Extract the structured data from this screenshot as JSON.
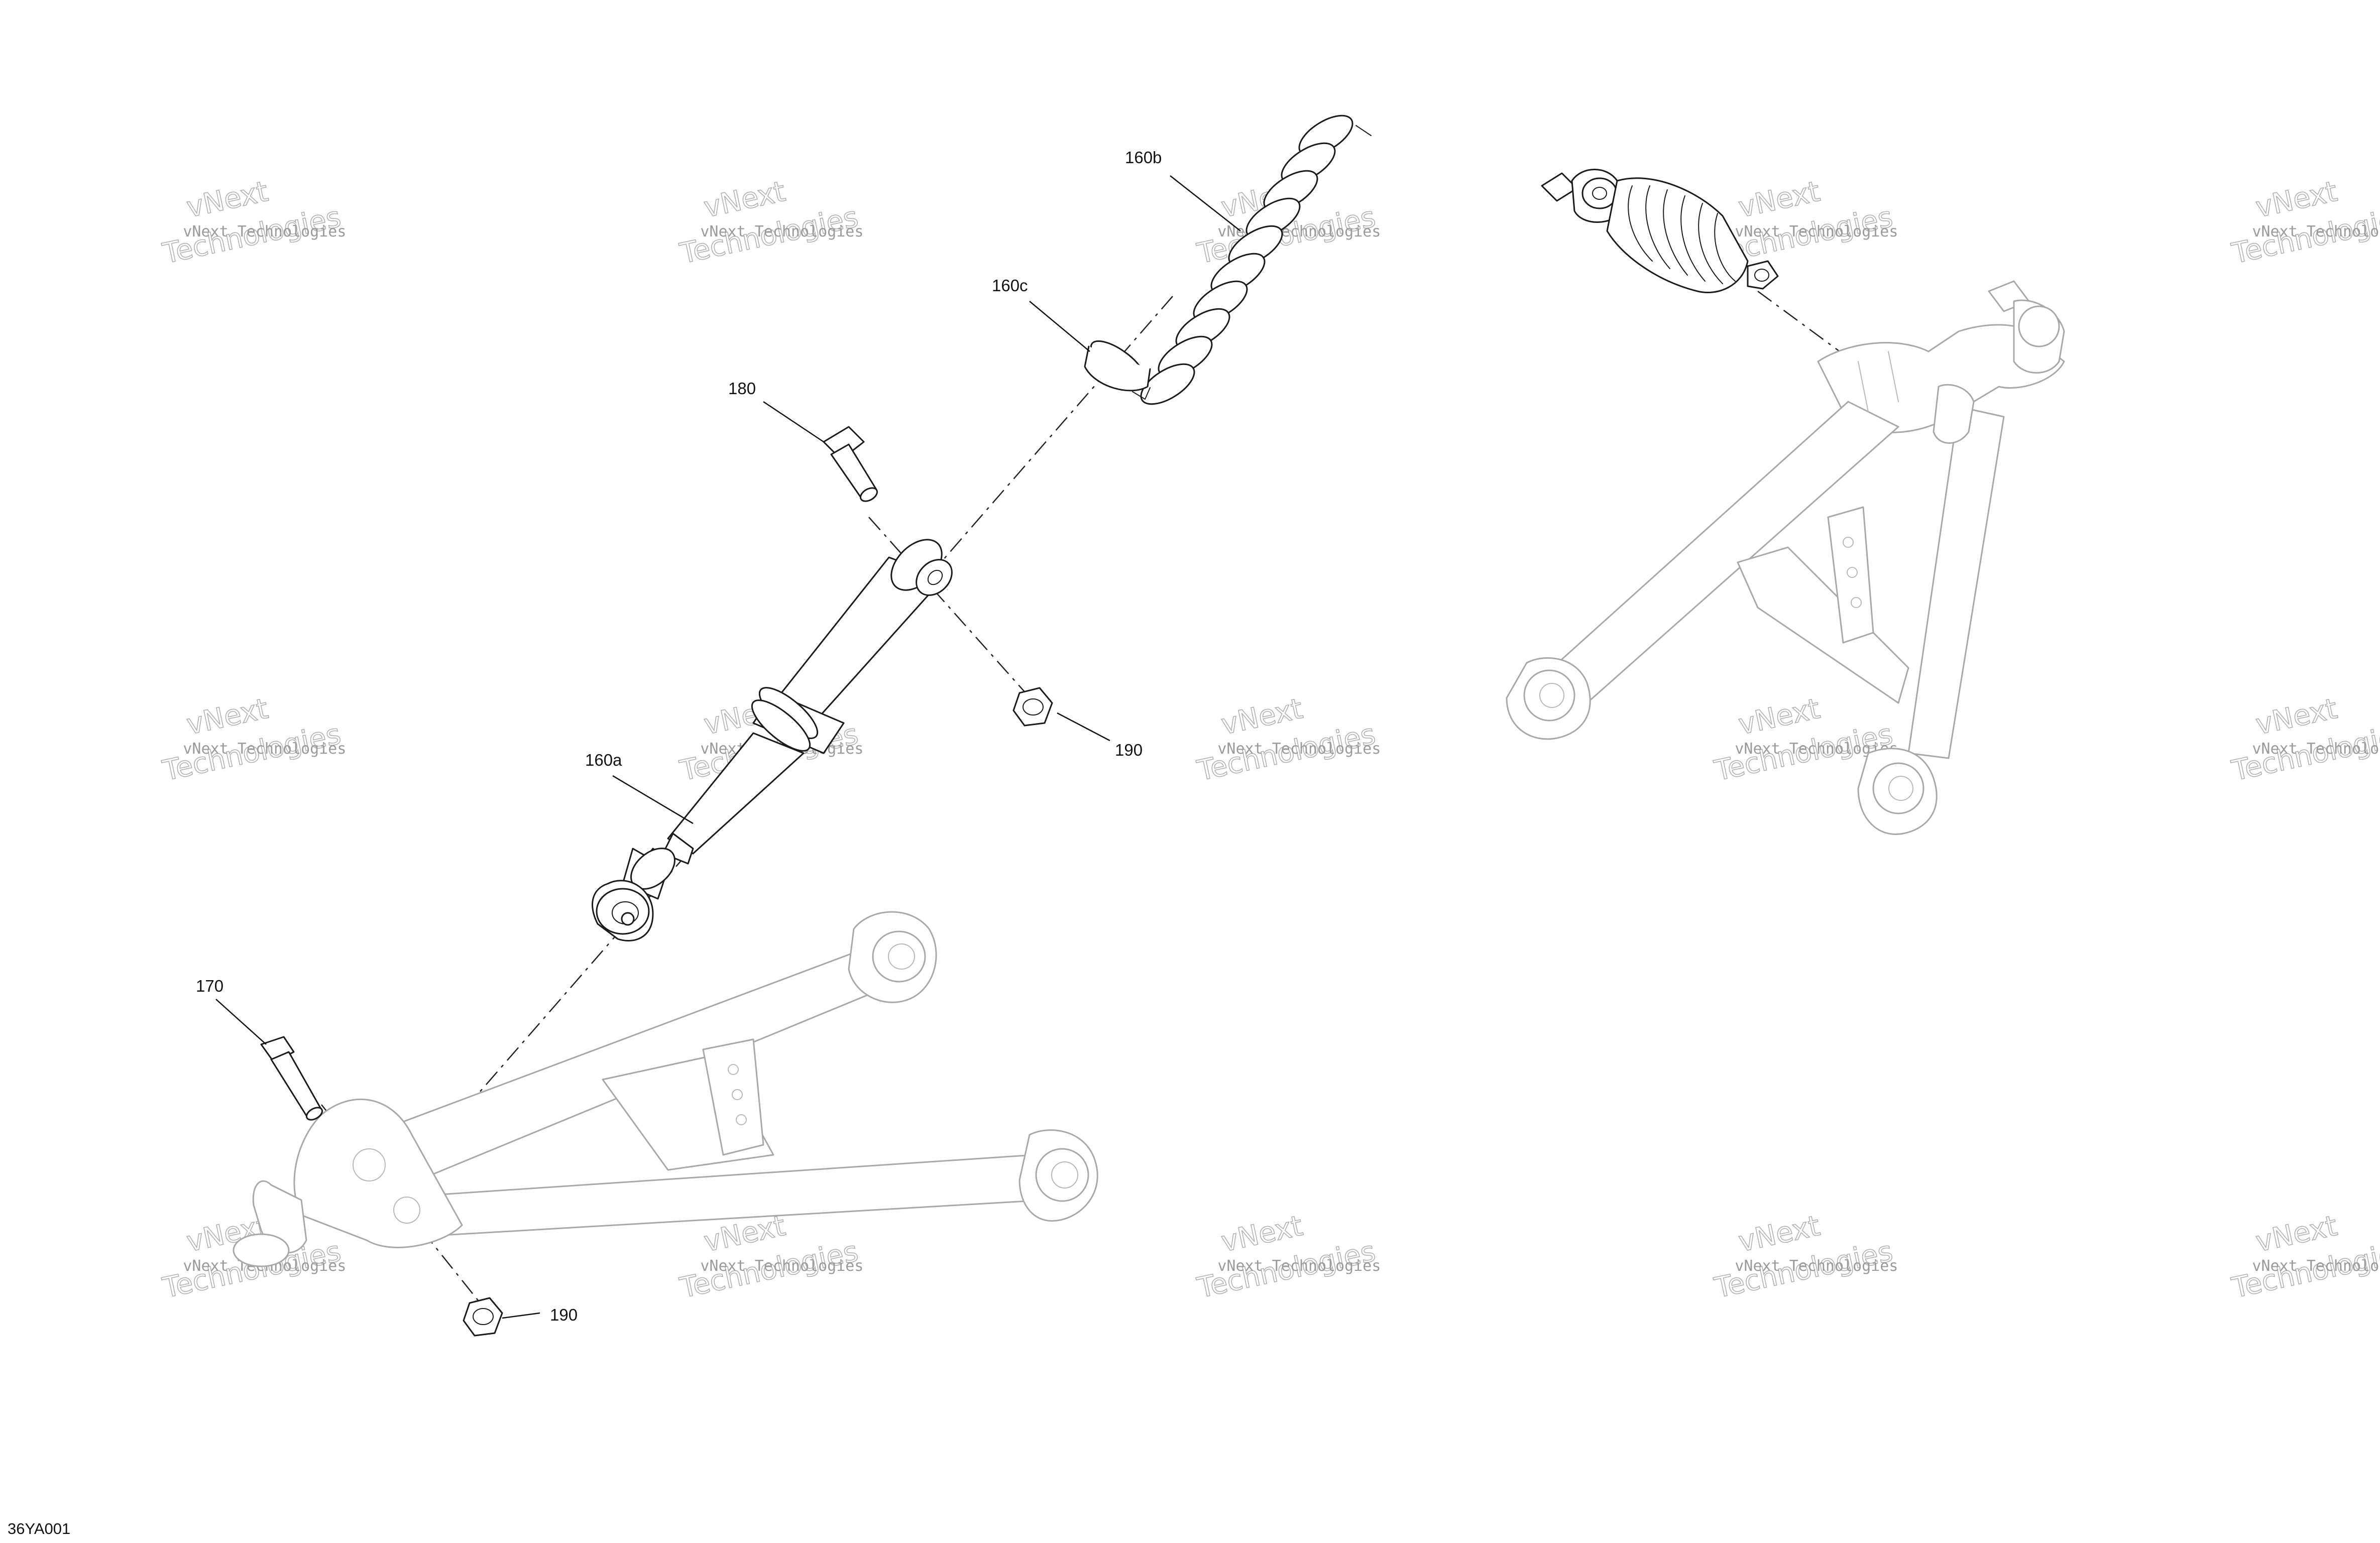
{
  "watermark": {
    "company": "vNext Technologies",
    "brand_top": "vNext",
    "brand_bottom": "Technologies"
  },
  "callouts": {
    "c160b": "160b",
    "c160c": "160c",
    "c180": "180",
    "c190_upper": "190",
    "c160a": "160a",
    "c170": "170",
    "c190_lower": "190"
  },
  "figure_ref": "36YA001"
}
